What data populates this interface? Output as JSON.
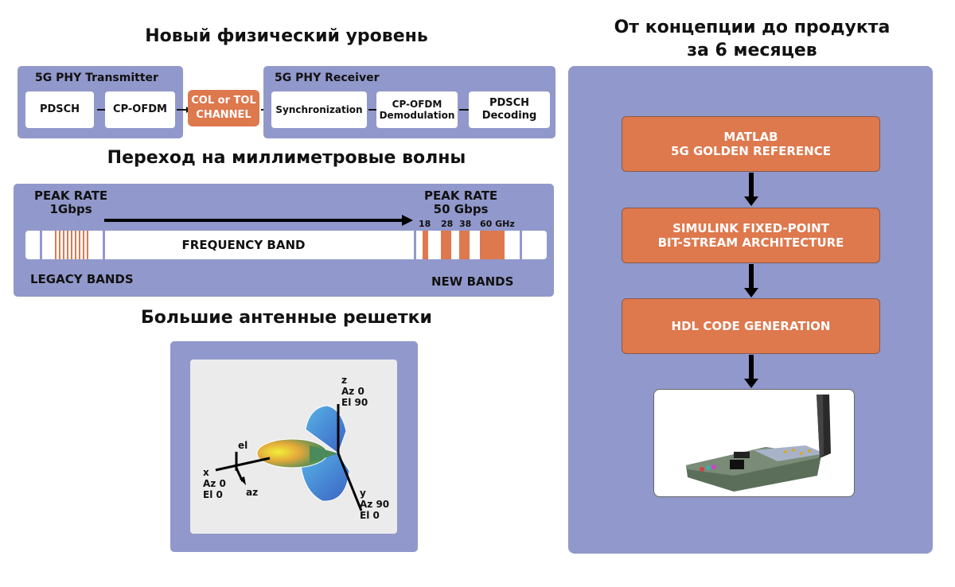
{
  "section1": {
    "title": "Новый физический уровень",
    "transmitter": {
      "label": "5G PHY Transmitter",
      "blocks": [
        "PDSCH",
        "CP-OFDM"
      ]
    },
    "channel": {
      "line1": "COL or TOL",
      "line2": "CHANNEL"
    },
    "receiver": {
      "label": "5G PHY Receiver",
      "blocks": [
        {
          "line1": "Synchronization",
          "line2": ""
        },
        {
          "line1": "CP-OFDM",
          "line2": "Demodulation"
        },
        {
          "line1": "PDSCH",
          "line2": "Decoding"
        }
      ]
    }
  },
  "section2": {
    "title": "Переход на миллиметровые волны",
    "peak_left": {
      "line1": "PEAK RATE",
      "line2": "1Gbps"
    },
    "peak_right": {
      "line1": "PEAK RATE",
      "line2": "50 Gbps"
    },
    "frequency_band": "FREQUENCY BAND",
    "ghz_labels": [
      "18",
      "28",
      "38",
      "60 GHz"
    ],
    "legacy_bands": "LEGACY BANDS",
    "new_bands": "NEW BANDS"
  },
  "section3": {
    "title": "Большие антенные решетки",
    "axes": {
      "z": [
        "z",
        "Az 0",
        "El 90"
      ],
      "x": [
        "x",
        "Az 0",
        "El 0"
      ],
      "y": [
        "y",
        "Az 90",
        "El 0"
      ],
      "el": "el",
      "az": "az"
    }
  },
  "section4": {
    "title_line1": "От концепции до продукта",
    "title_line2": "за 6 месяцев",
    "steps": [
      {
        "line1": "MATLAB",
        "line2": "5G GOLDEN REFERENCE"
      },
      {
        "line1": "SIMULINK FIXED-POINT",
        "line2": "BIT-STREAM ARCHITECTURE"
      },
      {
        "line1": "HDL CODE GENERATION",
        "line2": ""
      }
    ],
    "hardware_image": "fpga-board-with-rf-antenna"
  },
  "colors": {
    "panel": "#9198cb",
    "accent": "#de784d",
    "text": "#111111"
  }
}
